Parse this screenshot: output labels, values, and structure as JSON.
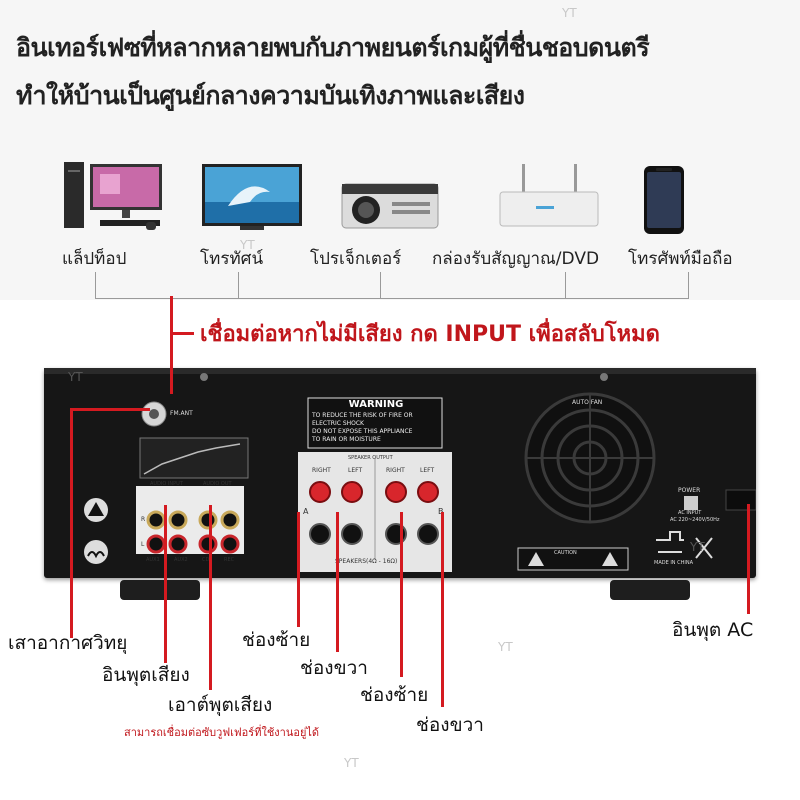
{
  "headline": {
    "line1": "อินเทอร์เฟซที่หลากหลายพบกับภาพยนตร์เกมผู้ที่ชื่นชอบดนตรี",
    "line2": "ทำให้บ้านเป็นศูนย์กลางความบันเทิงภาพและเสียง"
  },
  "devices": [
    {
      "label": "แล็ปท็อป",
      "icon": "laptop-icon"
    },
    {
      "label": "โทรทัศน์",
      "icon": "tv-icon"
    },
    {
      "label": "โปรเจ็กเตอร์",
      "icon": "projector-icon"
    },
    {
      "label": "กล่องรับสัญญาณ/DVD",
      "icon": "set-top-box-icon"
    },
    {
      "label": "โทรศัพท์มือถือ",
      "icon": "phone-icon"
    }
  ],
  "notice": "เชื่อมต่อหากไม่มีเสียง กด INPUT เพื่อสลับโหมด",
  "panel": {
    "fm_ant": "FM.ANT",
    "audio_input": "AUDIO INPUT",
    "audio_out": "AUDIO OUT",
    "warning_title": "WARNING",
    "warning_text": [
      "TO REDUCE THE RISK OF FIRE OR",
      "ELECTRIC SHOCK",
      "DO NOT EXPOSE THIS APPLIANCE",
      "TO RAIN OR MOISTURE"
    ],
    "speaker_output": "SPEAKER OUTPUT",
    "right": "RIGHT",
    "left": "LEFT",
    "channel_a": "A",
    "channel_b": "B",
    "speakers_rating": "SPEAKERS(4Ω - 16Ω)",
    "auto_fan": "AUTO FAN",
    "power": "POWER",
    "ac_input": "AC INPUT",
    "ac_voltage": "AC 220~240V/50Hz",
    "caution": "CAUTION",
    "made_in": "MADE IN CHINA",
    "aux1": "AUX1",
    "aux2": "AUX2",
    "cd": "CD",
    "rec": "REC",
    "r": "R",
    "l": "L"
  },
  "callouts": {
    "antenna": "เสาอากาศวิทยุ",
    "audio_in": "อินพุตเสียง",
    "audio_out": "เอาต์พุตเสียง",
    "subwoofer_note": "สามารถเชื่อมต่อซับวูฟเฟอร์ที่ใช้งานอยู่ได้",
    "left1": "ช่องซ้าย",
    "right1": "ช่องขวา",
    "left2": "ช่องซ้าย",
    "right2": "ช่องขวา",
    "ac_input": "อินพุต AC"
  },
  "watermark": "YT",
  "colors": {
    "accent_red": "#d41a20",
    "panel": "#161616",
    "terminal_red": "#d8262c"
  }
}
